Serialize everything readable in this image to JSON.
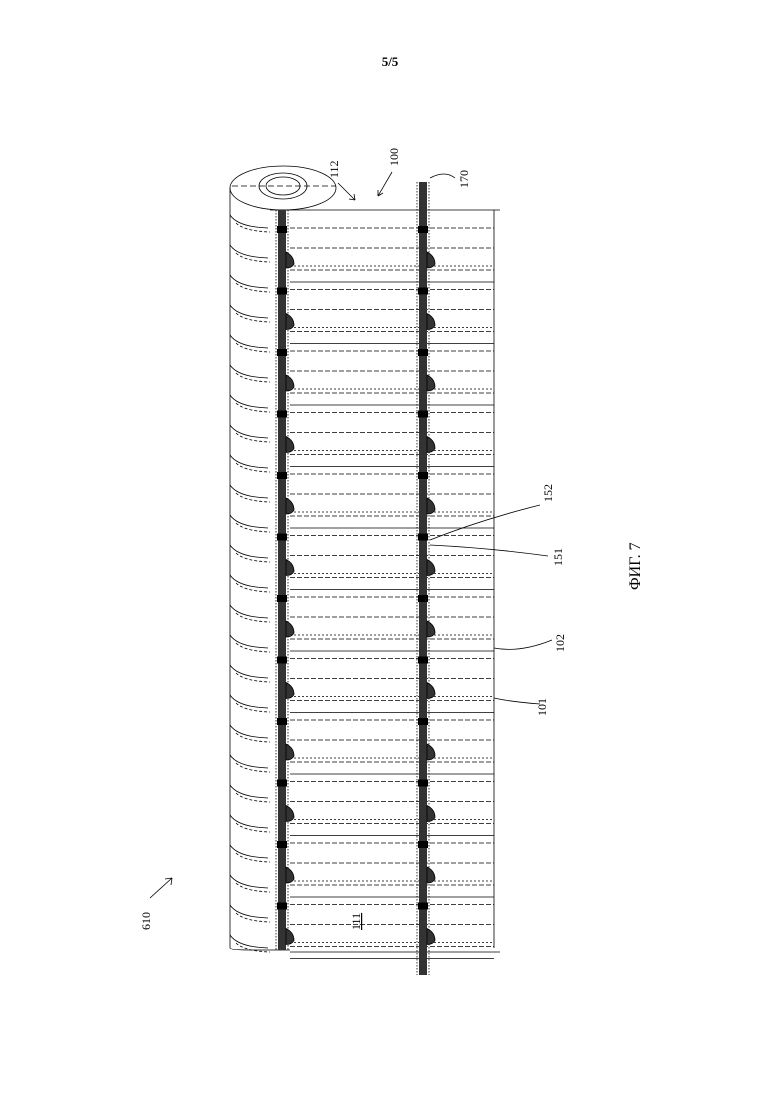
{
  "page_number": "5/5",
  "figure_label": "ФИГ. 7",
  "reference_numerals": {
    "r100": "100",
    "r112": "112",
    "r170": "170",
    "r152": "152",
    "r151": "151",
    "r102": "102",
    "r101": "101",
    "r111": "111",
    "r610": "610"
  },
  "colors": {
    "line": "#000000",
    "band": "#333333"
  }
}
